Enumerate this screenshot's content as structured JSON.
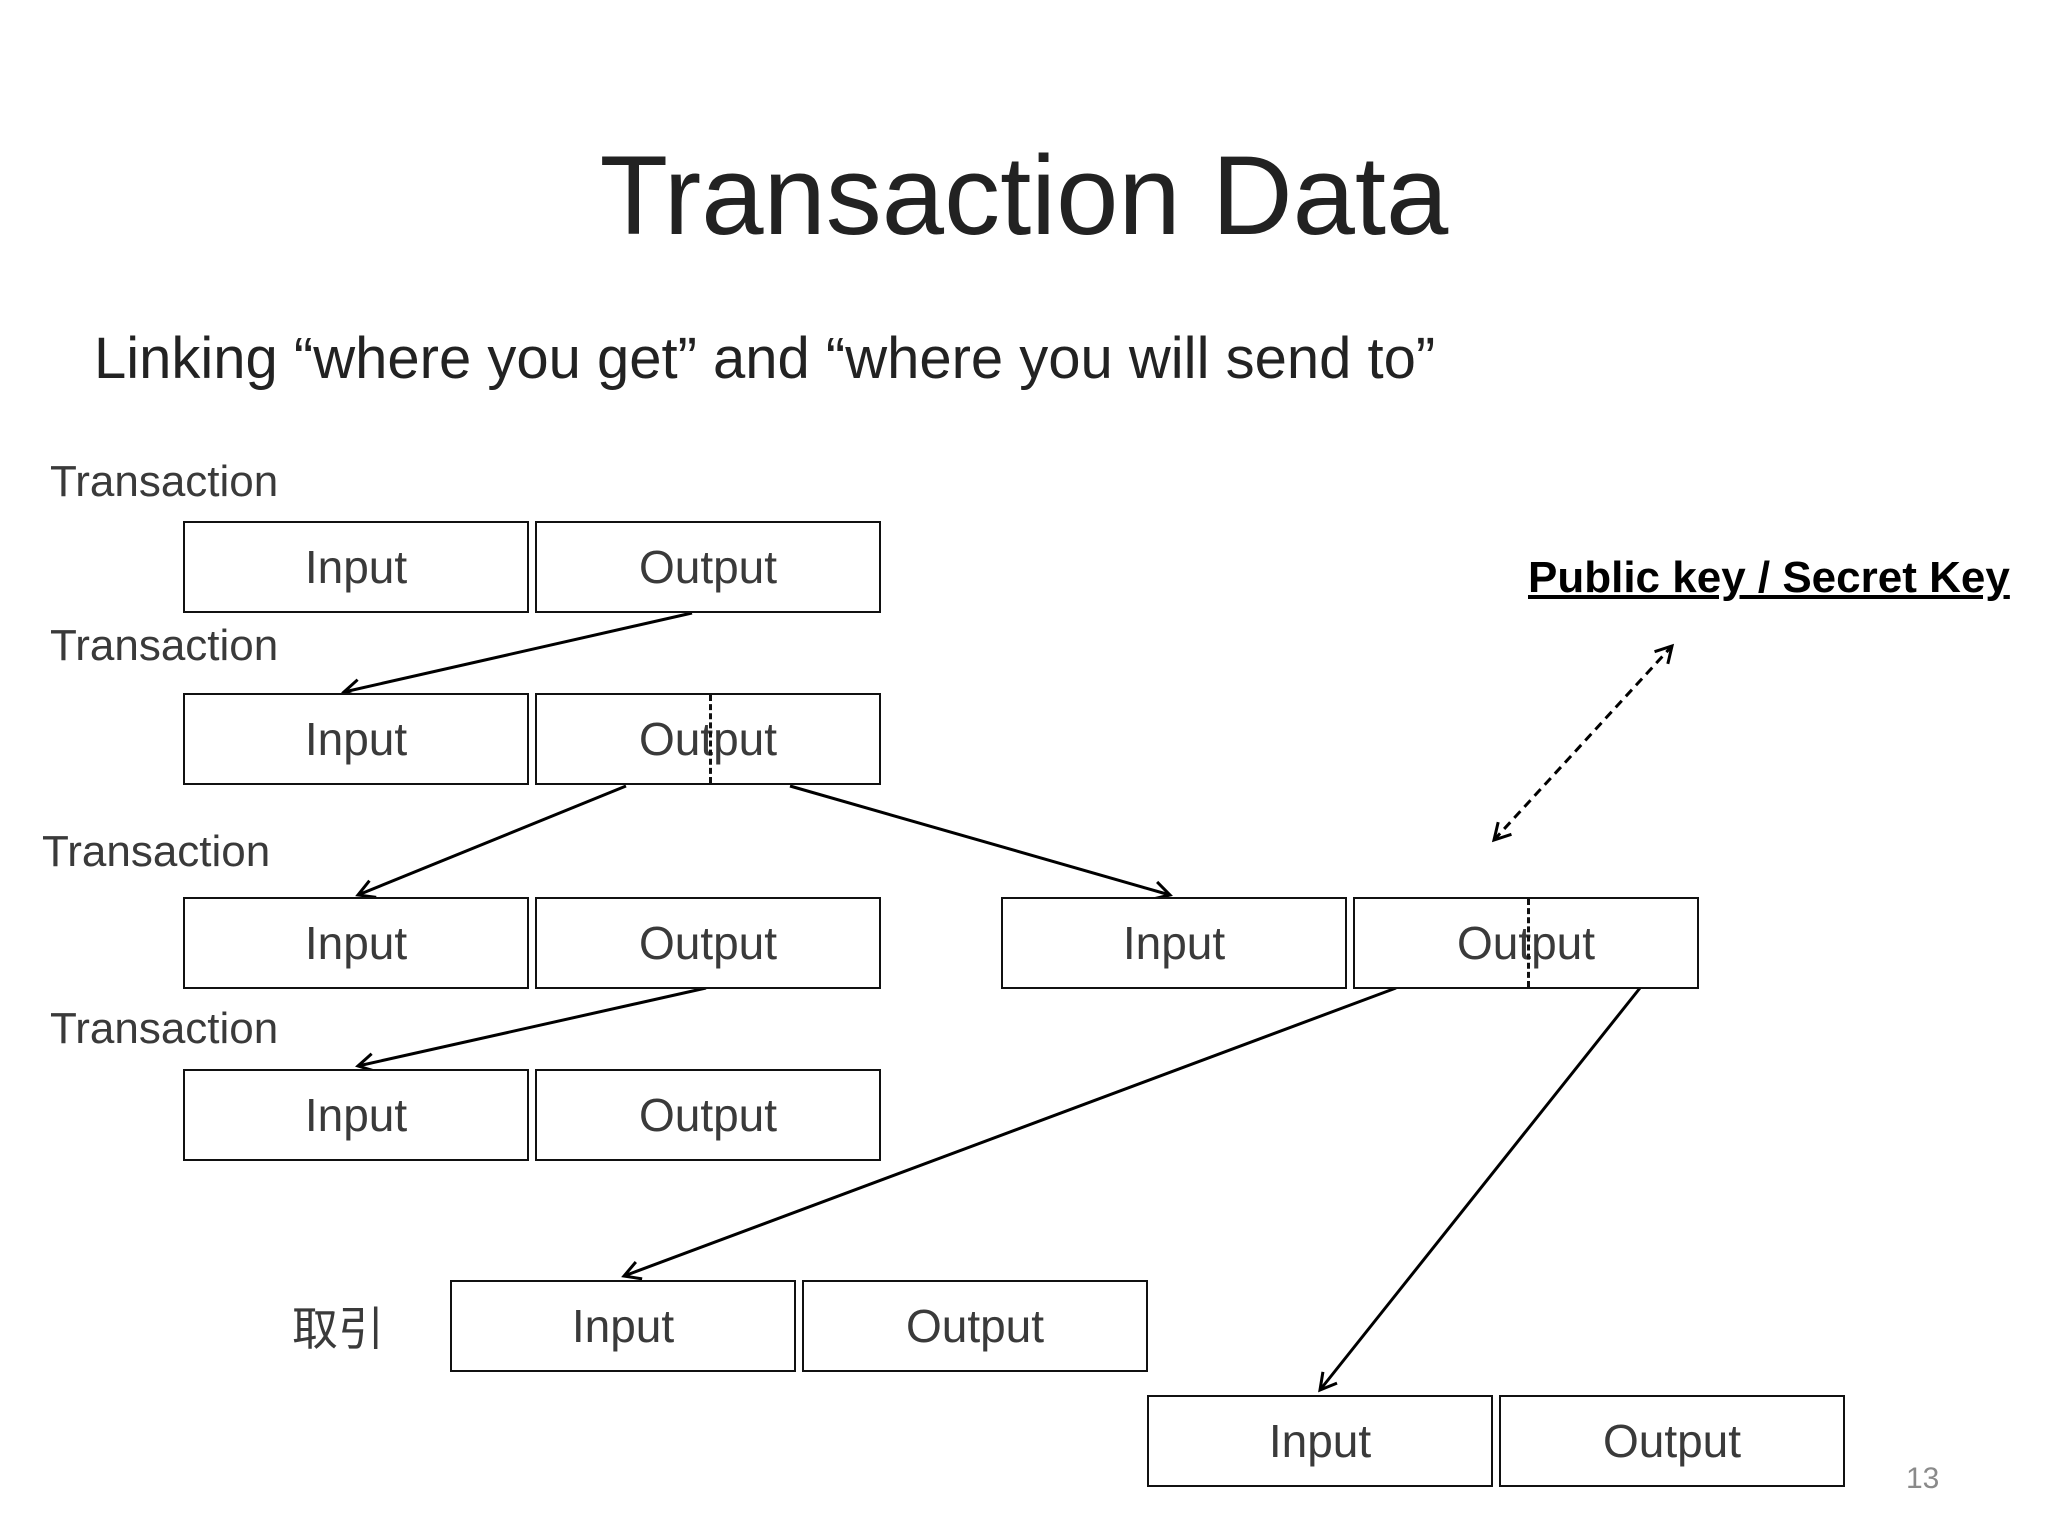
{
  "slide": {
    "title": "Transaction Data",
    "subtitle": "Linking “where you get” and “where you will send to”",
    "page_number": "13"
  },
  "transactions": [
    {
      "label": "Transaction",
      "input": "Input",
      "output": "Output"
    },
    {
      "label": "Transaction",
      "input": "Input",
      "output": "Output"
    },
    {
      "label": "Transaction",
      "input": "Input",
      "output": "Output"
    },
    {
      "label": "Transaction",
      "input": "Input",
      "output": "Output"
    },
    {
      "label": "",
      "input": "Input",
      "output": "Output"
    },
    {
      "label": "取引",
      "input": "Input",
      "output": "Output"
    },
    {
      "label": "",
      "input": "Input",
      "output": "Output"
    }
  ],
  "key_pair": {
    "label": "Public key / Secret Key"
  }
}
